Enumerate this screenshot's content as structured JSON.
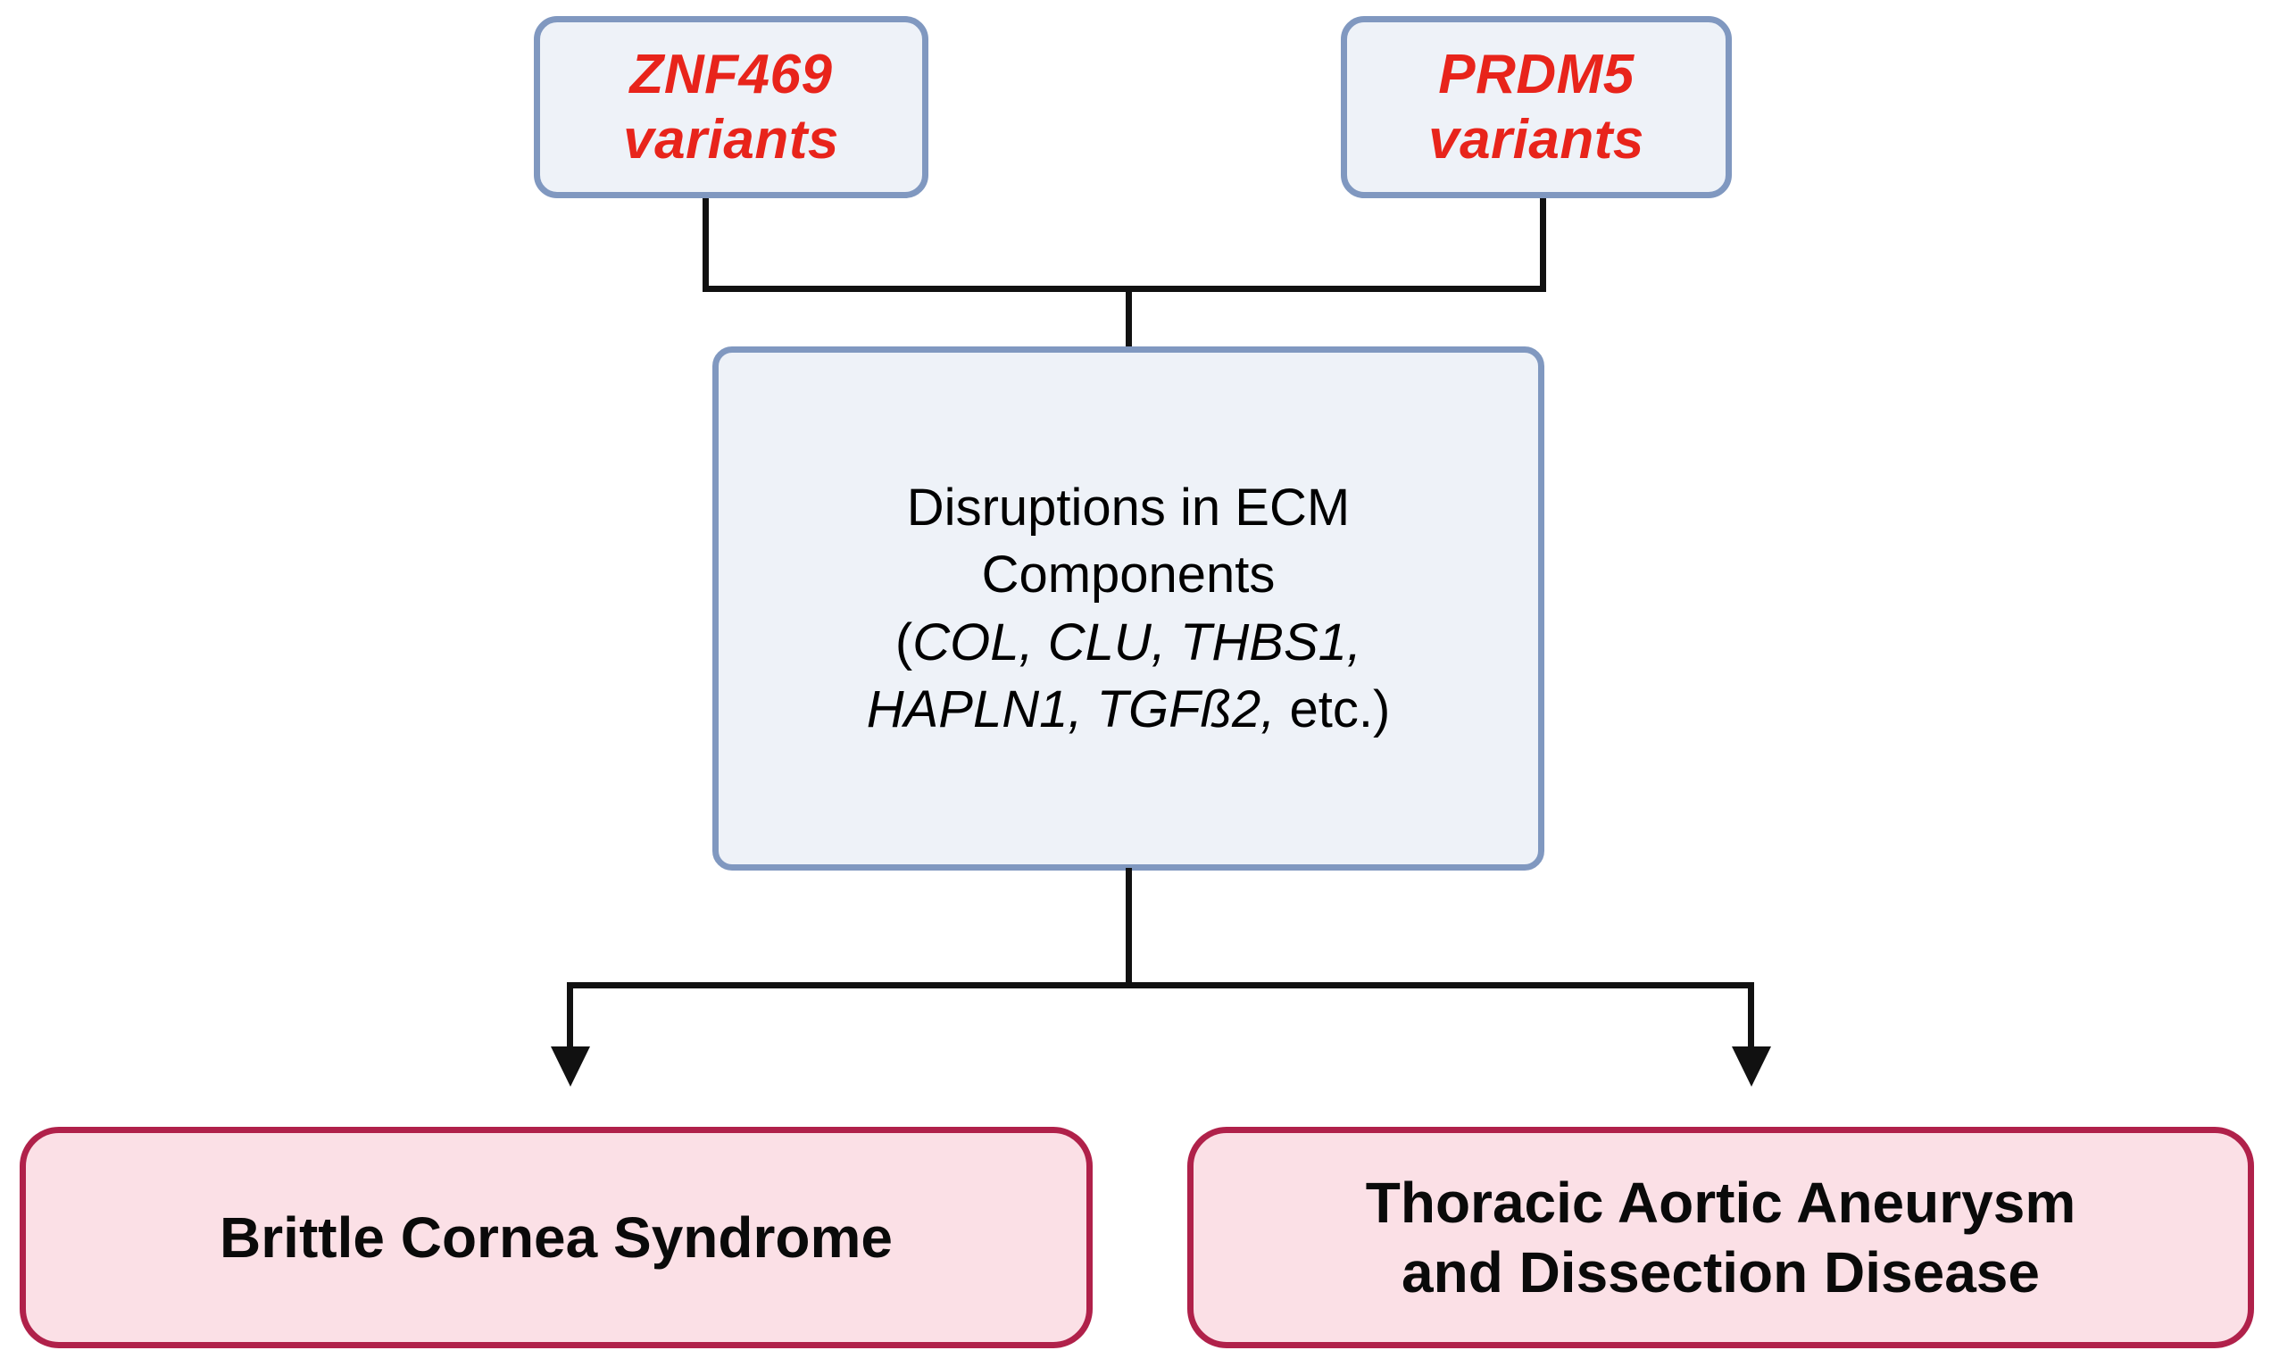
{
  "diagram": {
    "title": "ZNF469 and PRDM5 variants pathway to Brittle Cornea Syndrome and Thoracic Aortic Aneurysm and Dissection Disease",
    "colors": {
      "gene_box_fill": "#eef2f8",
      "gene_box_border": "#8098c0",
      "gene_text": "#e8241b",
      "ecm_box_fill": "#eef2f8",
      "ecm_box_border": "#8098c0",
      "ecm_text": "#000000",
      "outcome_box_fill": "#fbe0e6",
      "outcome_box_border": "#b0214a",
      "outcome_text": "#0a0a0a",
      "connector": "#111111",
      "background": "#ffffff"
    },
    "nodes": {
      "znf469": {
        "line1": "ZNF469",
        "line2": "variants"
      },
      "prdm5": {
        "line1": "PRDM5",
        "line2": "variants"
      },
      "ecm": {
        "line1": "Disruptions in ECM",
        "line2": "Components",
        "line3_open_paren": "(",
        "line3_genes": "COL, CLU, THBS1,",
        "line4_genes": "HAPLN1, TGFß2,",
        "line4_tail": " etc.)"
      },
      "brittle_cornea_syndrome": {
        "label": "Brittle Cornea Syndrome"
      },
      "thoracic_aortic": {
        "line1": "Thoracic Aortic Aneurysm",
        "line2": "and Dissection Disease"
      }
    },
    "edges": [
      {
        "from": "znf469",
        "to": "ecm",
        "arrow": false
      },
      {
        "from": "prdm5",
        "to": "ecm",
        "arrow": false
      },
      {
        "from": "ecm",
        "to": "brittle_cornea_syndrome",
        "arrow": true
      },
      {
        "from": "ecm",
        "to": "thoracic_aortic",
        "arrow": true
      }
    ]
  }
}
